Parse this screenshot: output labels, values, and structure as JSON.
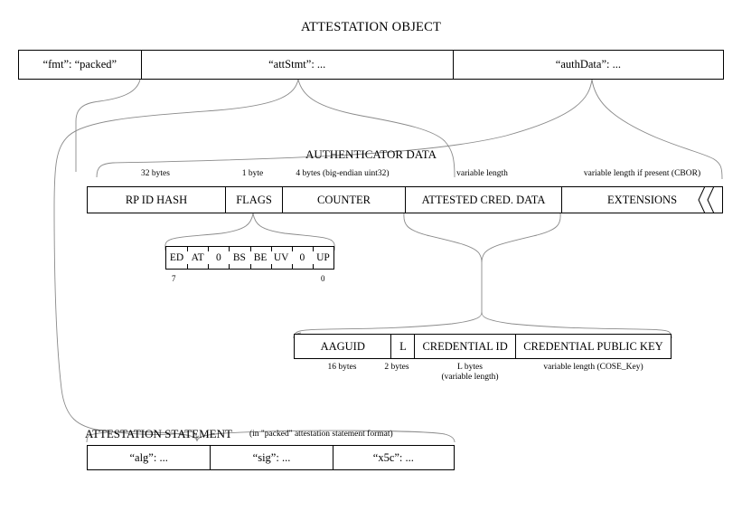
{
  "diagram": {
    "title": "ATTESTATION OBJECT"
  },
  "attestation_object": {
    "fields": [
      {
        "label": "“fmt”: “packed”"
      },
      {
        "label": "“attStmt”: ..."
      },
      {
        "label": "“authData”: ..."
      }
    ]
  },
  "authenticator_data": {
    "title": "AUTHENTICATOR DATA",
    "fields": [
      {
        "label": "RP ID HASH",
        "size": "32 bytes"
      },
      {
        "label": "FLAGS",
        "size": "1 byte"
      },
      {
        "label": "COUNTER",
        "size": "4 bytes (big-endian uint32)"
      },
      {
        "label": "ATTESTED CRED. DATA",
        "size": "variable length"
      },
      {
        "label": "EXTENSIONS",
        "size": "variable length if present (CBOR)"
      }
    ],
    "truncation_marker": "zigzag-break"
  },
  "flags_byte": {
    "bits": [
      {
        "label": "ED"
      },
      {
        "label": "AT"
      },
      {
        "label": "0"
      },
      {
        "label": "BS"
      },
      {
        "label": "BE"
      },
      {
        "label": "UV"
      },
      {
        "label": "0"
      },
      {
        "label": "UP"
      }
    ],
    "msb_index": "7",
    "lsb_index": "0"
  },
  "attested_credential_data": {
    "fields": [
      {
        "label": "AAGUID",
        "size": "16 bytes"
      },
      {
        "label": "L",
        "size": "2 bytes"
      },
      {
        "label": "CREDENTIAL ID",
        "size": "L bytes\n(variable length)"
      },
      {
        "label": "CREDENTIAL PUBLIC KEY",
        "size": "variable length (COSE_Key)"
      }
    ]
  },
  "attestation_statement": {
    "title": "ATTESTATION STATEMENT",
    "note": "(in \"packed\" attestation statement format)",
    "fields": [
      {
        "label": "“alg”: ..."
      },
      {
        "label": "“sig”: ..."
      },
      {
        "label": "“x5c”: ..."
      }
    ]
  },
  "style": {
    "line_color": "#000000",
    "connector_color": "#8a8a8a",
    "background": "#ffffff"
  }
}
